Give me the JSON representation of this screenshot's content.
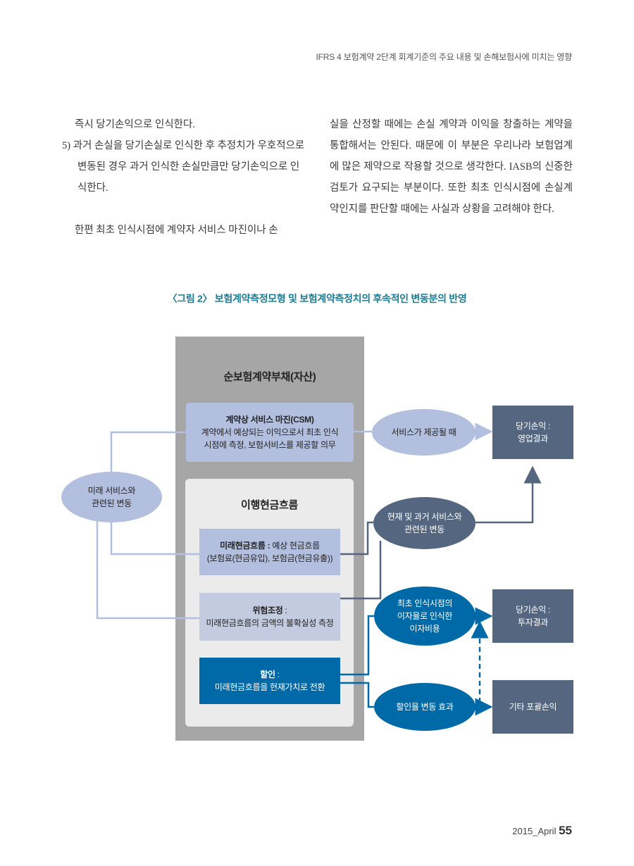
{
  "header": {
    "title": "IFRS 4 보험계약 2단계 회계기준의 주요 내용 및 손해보험사에 미치는 영향"
  },
  "body": {
    "left_lines": [
      "즉시 당기손익으로 인식한다.",
      "5) 과거 손실을 당기손실로 인식한 후 추정치가 우호적으로 변동된 경우 과거 인식한 손실만큼만 당기손익으로 인식한다.",
      "한편 최초 인식시점에 계약자 서비스 마진이나 손"
    ],
    "right_paragraph": "실을 산정할 때에는 손실 계약과 이익을 창출하는 계약을 통합해서는 안된다. 때문에 이 부분은 우리나라 보험업계에 많은 제약으로 작용할 것으로 생각한다. IASB의 신중한 검토가 요구되는 부분이다. 또한 최초 인식시점에 손실계약인지를 판단할 때에는 사실과 상황을 고려해야 한다."
  },
  "figure": {
    "caption": "〈그림 2〉 보험계약측정모형 및 보험계약측정치의 후속적인 변동분의 반영",
    "main_title": "순보험계약부채(자산)",
    "csm": {
      "title": "계약상 서비스 마진(CSM)",
      "desc1": "계약에서 예상되는 이익으로서 최초 인식",
      "desc2": "시점에 측정, 보험서비스를 제공할 의무"
    },
    "fulfilment": {
      "title": "이행현금흐름"
    },
    "future_cf": {
      "title": "미래현금흐름 :",
      "desc1": " 예상 현금흐름",
      "desc2": "(보험료(현금유입), 보험금(현금유출))"
    },
    "risk_adj": {
      "title": "위험조정",
      "title_suffix": " :",
      "desc": "미래현금흐름의 금액의 불확실성 측정"
    },
    "discount": {
      "title": "할인",
      "title_suffix": " :",
      "desc": "미래현금흐름을 현재가치로 전환"
    },
    "left_ellipse": {
      "line1": "미래 서비스와",
      "line2": "관련된 변동"
    },
    "e_service": {
      "text": "서비스가 제공될 때"
    },
    "e_current": {
      "line1": "현재 및 과거 서비스와",
      "line2": "관련된 변동"
    },
    "e_interest": {
      "line1": "최초 인식시점의",
      "line2": "이자율로 인식한",
      "line3": "이자비용"
    },
    "e_discount_rate": {
      "text": "할인율 변동 효과"
    },
    "out_operating": {
      "line1": "당기손익 :",
      "line2": "영업결과"
    },
    "out_investment": {
      "line1": "당기손익 :",
      "line2": "투자결과"
    },
    "out_oci": {
      "text": "기타 포괄손익"
    },
    "colors": {
      "panel_gray": "#a6a6a6",
      "light_blue": "#b3bfdf",
      "slate": "#556680",
      "dark_blue": "#006aa8",
      "pale": "#ebebeb",
      "caption_teal": "#1a7d96"
    }
  },
  "footer": {
    "issue": "2015_April ",
    "page": "55"
  }
}
